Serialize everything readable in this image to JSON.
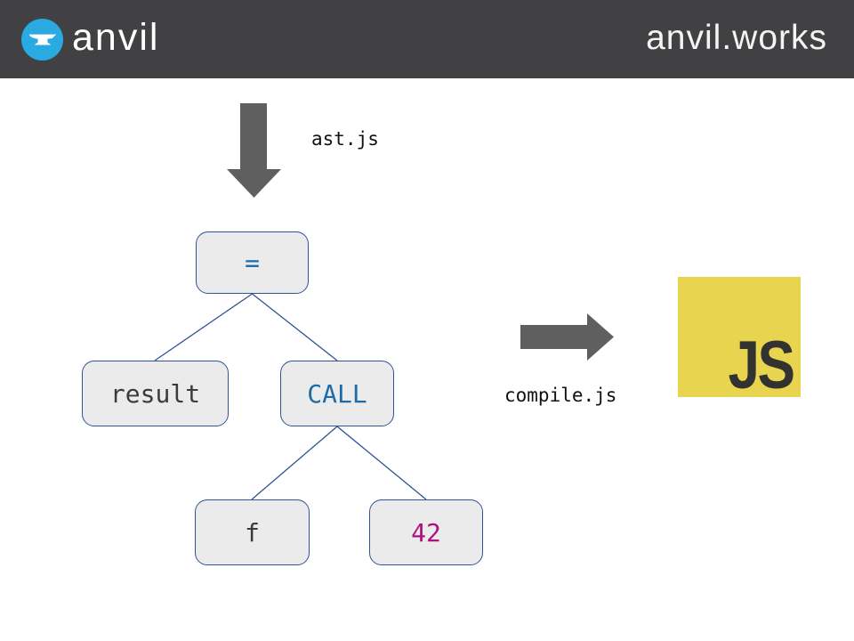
{
  "header": {
    "logo_label": "anvil",
    "site_label": "anvil.works"
  },
  "flow": {
    "ast_label": "ast.js",
    "compile_label": "compile.js"
  },
  "tree": {
    "nodes": [
      {
        "id": "assign",
        "label": "=",
        "role": "operator"
      },
      {
        "id": "result",
        "label": "result",
        "role": "identifier"
      },
      {
        "id": "call",
        "label": "CALL",
        "role": "keyword"
      },
      {
        "id": "f",
        "label": "f",
        "role": "identifier"
      },
      {
        "id": "num42",
        "label": "42",
        "role": "literal"
      }
    ]
  },
  "js_badge": {
    "label": "JS"
  },
  "colors": {
    "header_bg": "#414042",
    "anvil_blue": "#29abe2",
    "arrow_gray": "#5f5f5f",
    "node_fill": "#ebebeb",
    "node_border": "#2f5496",
    "keyword_blue": "#1b6ca8",
    "identifier_dark": "#3b3b3b",
    "literal_magenta": "#ae1280",
    "js_yellow": "#e8d44e",
    "js_dark": "#323330"
  }
}
